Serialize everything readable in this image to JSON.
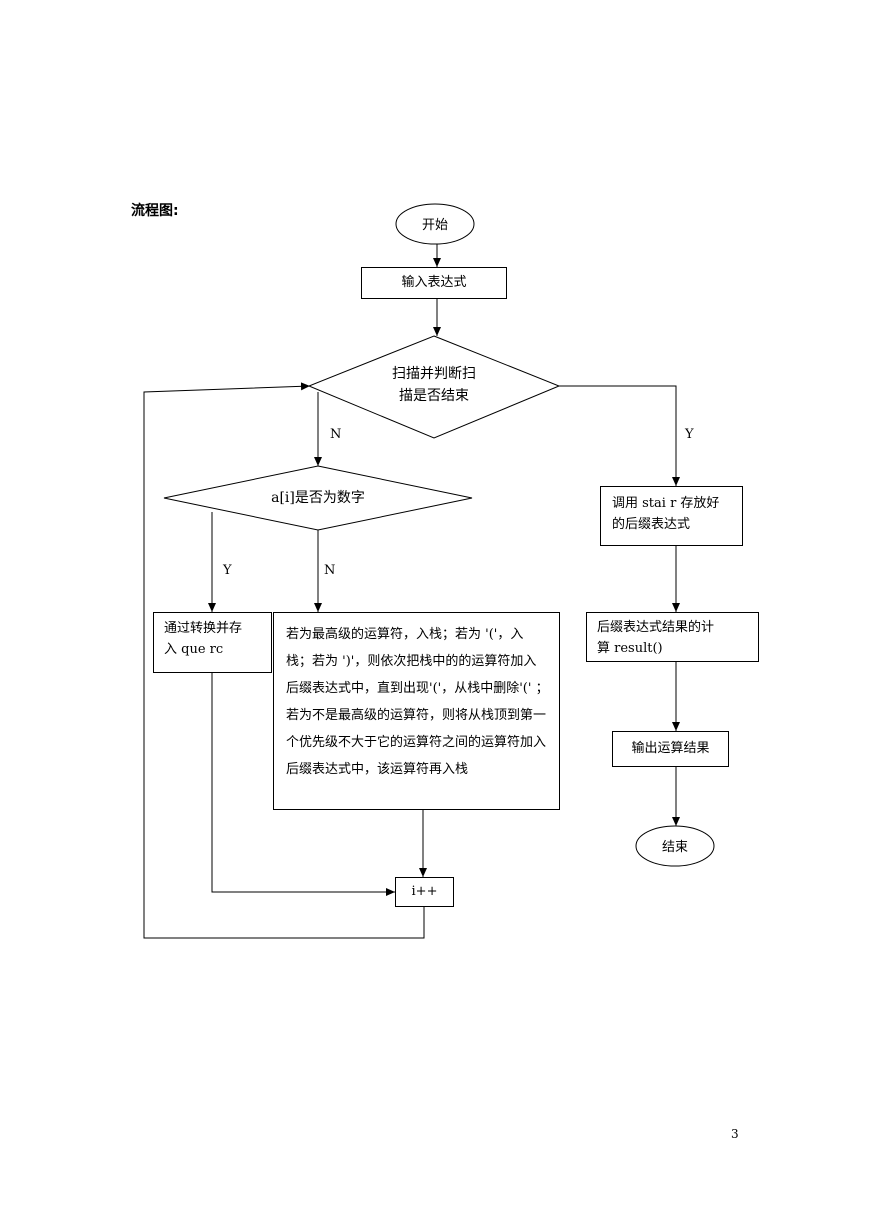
{
  "heading": "流程图:",
  "nodes": {
    "start": "开始",
    "input": "输入表达式",
    "scan_line1": "扫描并判断扫",
    "scan_line2": "描是否结束",
    "is_digit": "a[i]是否为数字",
    "convert_line1": "通过转换并存",
    "convert_line2": "入 que rc",
    "operator_text": "若为最高级的运算符，入栈；若为 '('，入栈；若为 ')'，则依次把栈中的的运算符加入后缀表达式中，直到出现'('，从栈中删除'(' ；若为不是最高级的运算符，则将从栈顶到第一个优先级不大于它的运算符之间的运算符加入后缀表达式中，该运算符再入栈",
    "increment": "i++",
    "store_line1": "调用 stai r 存放好",
    "store_line2": "的后缀表达式",
    "compute_line1": "后缀表达式结果的计",
    "compute_line2": "算 result()",
    "output": "输出运算结果",
    "end": "结束"
  },
  "edge_labels": {
    "scan_no": "N",
    "scan_yes": "Y",
    "digit_yes": "Y",
    "digit_no": "N"
  },
  "page_number": "3"
}
